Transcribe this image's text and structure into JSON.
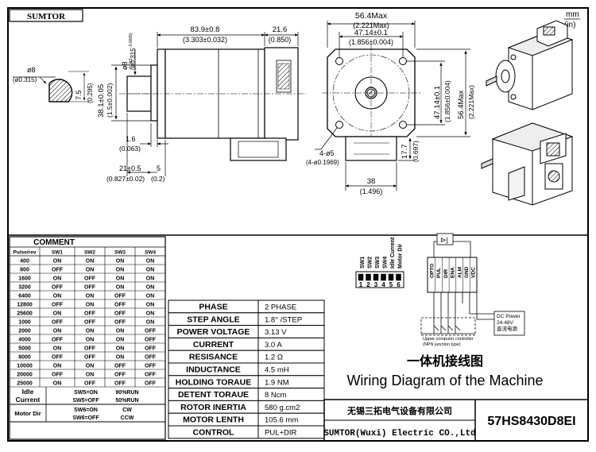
{
  "brand": "SUMTOR",
  "units": {
    "mm": "mm",
    "in": "(in)"
  },
  "front_view": {
    "length": "83.9±0.8",
    "length_in": "(3.303±0.032)",
    "rear": "21.6",
    "rear_in": "(0.850)",
    "shaft_dia": "ø8",
    "shaft_dia_tol": "-0.013",
    "shaft_dia_in": "(ø0.315",
    "shaft_dia_in_tol": "-0.0005)",
    "pilot": "38.1±0.05",
    "pilot_in": "(1.5±0.002)",
    "flange": "1.6",
    "flange_in": "(0.063)",
    "shaft_len": "21±0.5",
    "shaft_len_b": "5",
    "shaft_len_in": "(0.827±0.02)",
    "shaft_len_b_in": "(0.2)"
  },
  "shaft_detail": {
    "dia": "ø8",
    "dia_in": "(ø0.315)",
    "flat": "7.5",
    "flat_in": "(0.295)"
  },
  "end_view": {
    "width": "56.4Max",
    "width_in": "(2.221Max)",
    "hole_pitch": "47.14±0.1",
    "hole_pitch_in": "(1.856±0.004)",
    "height_pitch": "47.14±0.1",
    "height_pitch_in": "(1.856±0.004)",
    "height": "56.4Max",
    "height_in": "(2.221Max)",
    "holes": "4-ø5",
    "holes_in": "(4-ø0.1969)",
    "connector_w": "38",
    "connector_w_in": "(1.496)",
    "connector_h": "17.7",
    "connector_h_in": "(0.697)"
  },
  "comment": {
    "title": "COMMENT",
    "headers": [
      "Pulse/rev",
      "SW1",
      "SW2",
      "SW3",
      "SW4"
    ],
    "rows": [
      [
        "400",
        "ON",
        "ON",
        "ON",
        "ON"
      ],
      [
        "800",
        "OFF",
        "ON",
        "ON",
        "ON"
      ],
      [
        "1600",
        "ON",
        "OFF",
        "ON",
        "ON"
      ],
      [
        "3200",
        "OFF",
        "OFF",
        "ON",
        "ON"
      ],
      [
        "6400",
        "ON",
        "ON",
        "OFF",
        "ON"
      ],
      [
        "12800",
        "OFF",
        "ON",
        "OFF",
        "ON"
      ],
      [
        "25600",
        "ON",
        "OFF",
        "OFF",
        "ON"
      ],
      [
        "1000",
        "OFF",
        "OFF",
        "OFF",
        "ON"
      ],
      [
        "2000",
        "ON",
        "ON",
        "ON",
        "OFF"
      ],
      [
        "4000",
        "OFF",
        "ON",
        "ON",
        "OFF"
      ],
      [
        "5000",
        "ON",
        "OFF",
        "ON",
        "OFF"
      ],
      [
        "8000",
        "OFF",
        "OFF",
        "ON",
        "OFF"
      ],
      [
        "10000",
        "ON",
        "ON",
        "OFF",
        "OFF"
      ],
      [
        "20000",
        "OFF",
        "ON",
        "OFF",
        "OFF"
      ],
      [
        "25000",
        "ON",
        "OFF",
        "OFF",
        "OFF"
      ]
    ],
    "idle_label": [
      "Idle",
      "Current"
    ],
    "idle_rows": [
      [
        "SW5=ON",
        "90%RUN"
      ],
      [
        "SW5=OFF",
        "50%RUN"
      ]
    ],
    "dir_label": "Motor Dir",
    "dir_rows": [
      [
        "SW6=ON",
        "CW"
      ],
      [
        "SW6=OFF",
        "CCW"
      ]
    ]
  },
  "specs": [
    [
      "PHASE",
      "2  PHASE"
    ],
    [
      "STEP ANGLE",
      "1.8° /STEP"
    ],
    [
      "POWER VOLTAGE",
      "3.13  V"
    ],
    [
      "CURRENT",
      "3.0  A"
    ],
    [
      "RESISANCE",
      "1.2  Ω"
    ],
    [
      "INDUCTANCE",
      "4.5  mH"
    ],
    [
      "HOLDING TORAUE",
      "1.9  NM"
    ],
    [
      "DETENT TORAUE",
      "8  Ncm"
    ],
    [
      "ROTOR INERTIA",
      "580 g.cm2"
    ],
    [
      "MOTOR LENTH",
      "105.6  mm"
    ],
    [
      "CONTROL",
      "PUL+DIR"
    ]
  ],
  "wiring": {
    "sw_labels": [
      "SW1",
      "SW2",
      "SW3",
      "SW4"
    ],
    "sw_extra": [
      "Idle Current",
      "Motor Dir"
    ],
    "switch_numbers": [
      "1",
      "2",
      "3",
      "4",
      "5",
      "6"
    ],
    "pins": [
      "OPTO",
      "PUL",
      "DIR",
      "ENA",
      "ALM",
      "GND",
      "VDC"
    ],
    "dc_power": [
      "DC Power",
      "24-48V",
      "直流电源"
    ],
    "controller": [
      "Upper computer controller",
      "(NPN junction type)"
    ],
    "title_cn": "一体机接线图",
    "title_en": "Wiring Diagram of the Machine"
  },
  "footer": {
    "company_cn": "无锡三拓电气设备有限公司",
    "company_en": "SUMTOR(Wuxi) Electric CO.,Ltd",
    "model": "57HS8430D8EI"
  }
}
